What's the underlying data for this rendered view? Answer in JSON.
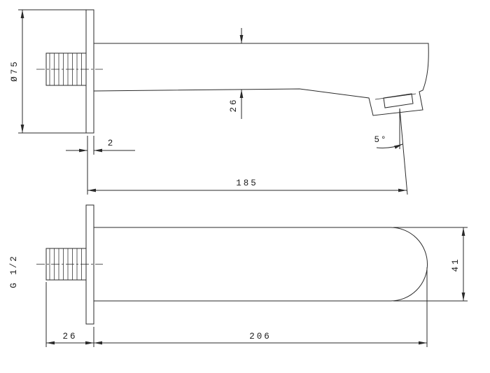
{
  "drawing": {
    "background": "#ffffff",
    "line_color": "#2a2a2a",
    "side_view": {
      "flange_diameter": "Ø75",
      "flange_thickness": "2",
      "spout_height": "26",
      "length": "185",
      "outlet_angle": "5°"
    },
    "plan_view": {
      "thread": "G 1/2",
      "thread_length": "26",
      "total_length": "206",
      "spout_width": "41"
    }
  }
}
